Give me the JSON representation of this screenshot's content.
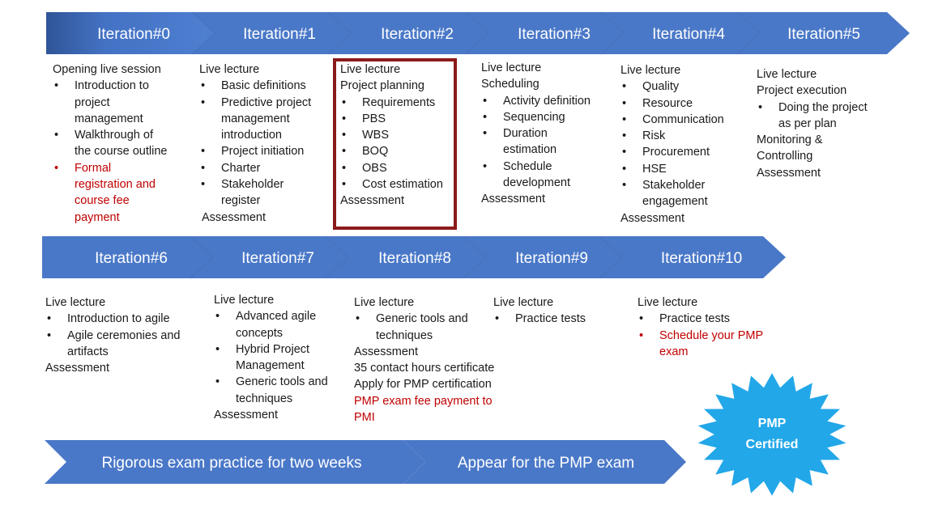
{
  "iterations_row1": [
    "Iteration#0",
    "Iteration#1",
    "Iteration#2",
    "Iteration#3",
    "Iteration#4",
    "Iteration#5"
  ],
  "iterations_row2": [
    "Iteration#6",
    "Iteration#7",
    "Iteration#8",
    "Iteration#9",
    "Iteration#10"
  ],
  "bottom_arrows": [
    "Rigorous exam practice for two weeks",
    "Appear for the PMP exam"
  ],
  "badge": {
    "line1": "PMP",
    "line2": "Certified"
  },
  "colors": {
    "chevron": "#4a78c8",
    "chevron_dark": "#2f5597",
    "highlight": "#8b1a1a",
    "red": "#c00000",
    "badge": "#22a7e8"
  },
  "col0": {
    "l0": "Opening live session",
    "b0a": "Introduction to",
    "b0b": "project",
    "b0c": "management",
    "b1a": "Walkthrough of",
    "b1b": "the course outline",
    "b2a": "Formal",
    "b2b": "registration and",
    "b2c": "course fee",
    "b2d": "payment"
  },
  "col1": {
    "l0": "Live lecture",
    "b0": "Basic definitions",
    "b1a": "Predictive project",
    "b1b": "management",
    "b1c": "introduction",
    "b2": "Project initiation",
    "b3": "Charter",
    "b4a": "Stakeholder",
    "b4b": "register",
    "l1": "Assessment"
  },
  "col2": {
    "l0": "Live lecture",
    "l1": "Project planning",
    "b0": "Requirements",
    "b1": "PBS",
    "b2": "WBS",
    "b3": "BOQ",
    "b4": "OBS",
    "b5": "Cost estimation",
    "l2": "Assessment"
  },
  "col3": {
    "l0": "Live lecture",
    "l1": "Scheduling",
    "b0": "Activity definition",
    "b1": "Sequencing",
    "b2a": "Duration",
    "b2b": "estimation",
    "b3a": "Schedule",
    "b3b": "development",
    "l2": "Assessment"
  },
  "col4": {
    "l0": "Live lecture",
    "b0": "Quality",
    "b1": "Resource",
    "b2": "Communication",
    "b3": "Risk",
    "b4": "Procurement",
    "b5": "HSE",
    "b6a": "Stakeholder",
    "b6b": "engagement",
    "l1": "Assessment"
  },
  "col5": {
    "l0": "Live lecture",
    "l1": "Project execution",
    "b0a": "Doing the project",
    "b0b": "as per plan",
    "l2": "Monitoring &",
    "l3": "Controlling",
    "l4": "Assessment"
  },
  "col6": {
    "l0": "Live lecture",
    "b0": "Introduction to agile",
    "b1a": "Agile ceremonies and",
    "b1b": "artifacts",
    "l1": "Assessment"
  },
  "col7": {
    "l0": "Live lecture",
    "b0a": "Advanced agile",
    "b0b": "concepts",
    "b1a": "Hybrid Project",
    "b1b": "Management",
    "b2a": "Generic tools and",
    "b2b": "techniques",
    "l1": "Assessment"
  },
  "col8": {
    "l0": "Live lecture",
    "b0a": "Generic tools and",
    "b0b": "techniques",
    "l1": "Assessment",
    "l2": "35 contact hours certificate",
    "l3": "Apply for PMP certification",
    "l4": "PMP exam fee payment to",
    "l5": "PMI"
  },
  "col9": {
    "l0": "Live lecture",
    "b0": "Practice tests"
  },
  "col10": {
    "l0": "Live lecture",
    "b0": "Practice tests",
    "b1a": "Schedule your PMP",
    "b1b": "exam"
  }
}
